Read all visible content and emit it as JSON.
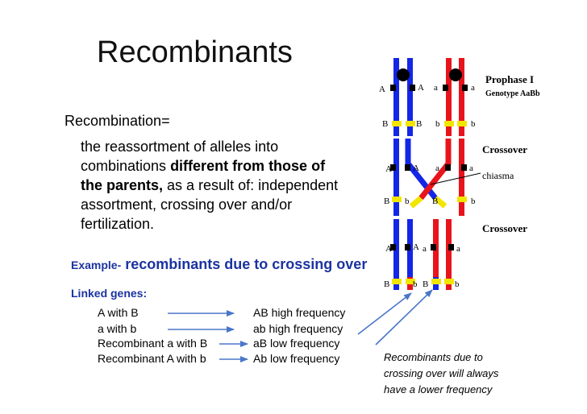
{
  "slide": {
    "title": "Recombinants",
    "definition_heading": "Recombination=",
    "definition": {
      "line1": "the reassortment of alleles into",
      "line2_pre": "combinations ",
      "line2_bold": "different from those of",
      "line3_bold": "the parents,",
      "line3_post": " as a result of: independent",
      "line4": "assortment, crossing over and/or",
      "line5": "fertilization."
    },
    "example_prefix": "Example-",
    "example_text": " recombinants due to crossing over",
    "linked_heading": "Linked genes:",
    "gene_rows": [
      {
        "left": "A with B",
        "right": "AB high frequency"
      },
      {
        "left": "a with b",
        "right": "ab high frequency"
      },
      {
        "left": "Recombinant a with B",
        "right": "aB low frequency"
      },
      {
        "left": "Recombinant A with b",
        "right": "Ab low frequency"
      }
    ],
    "caption_lines": [
      "Recombinants due to",
      "crossing over will always",
      "have a lower frequency"
    ]
  },
  "diagram": {
    "colors": {
      "blue": "#1426e6",
      "red": "#e8141c",
      "yellow": "#f2e600",
      "black": "#000000",
      "arrow": "#4a76c9"
    },
    "prophase": {
      "label": "Prophase I",
      "genotype": "Genotype AaBb",
      "allele_A_left": "A",
      "allele_A_right": "A",
      "allele_a_left": "a",
      "allele_a_right": "a",
      "allele_B_left": "B",
      "allele_B_right": "B",
      "allele_b_left": "b",
      "allele_b_right": "b"
    },
    "crossover1": {
      "label": "Crossover",
      "chiasma": "chiasma",
      "allele_A_left": "A",
      "allele_A_right": "A",
      "allele_a_left": "a",
      "allele_a_right": "a",
      "allele_B_left": "B",
      "allele_b_mid": "b",
      "allele_B_mid": "B",
      "allele_b_right": "b"
    },
    "crossover2": {
      "label": "Crossover",
      "allele_A_left": "A",
      "allele_A_right": "A",
      "allele_a_left": "a",
      "allele_a_right": "a",
      "allele_B_left": "B",
      "allele_b_mid": "b",
      "allele_B_mid": "B",
      "allele_b_right": "b"
    }
  }
}
